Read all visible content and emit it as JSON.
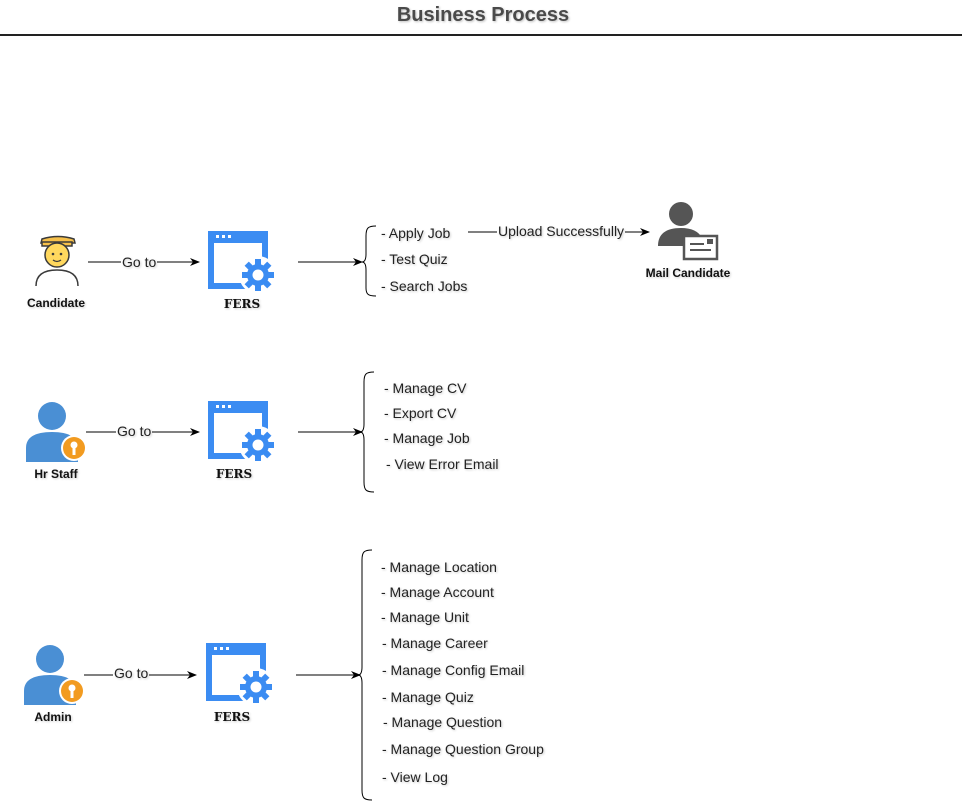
{
  "title": "Business Process",
  "rows": [
    {
      "actor": "Candidate",
      "edge_label": "Go to",
      "system": "FERS",
      "items": [
        "- Apply Job",
        "- Test Quiz",
        "- Search Jobs"
      ]
    },
    {
      "actor": "Hr Staff",
      "edge_label": "Go to",
      "system": "FERS",
      "items": [
        "- Manage CV",
        "- Export CV",
        "- Manage Job",
        "- View Error Email"
      ]
    },
    {
      "actor": "Admin",
      "edge_label": "Go to",
      "system": "FERS",
      "items": [
        "- Manage Location",
        "- Manage Account",
        "- Manage Unit",
        "- Manage Career",
        "- Manage Config Email",
        "- Manage Quiz",
        "- Manage Question",
        "- Manage Question Group",
        "- View Log"
      ]
    }
  ],
  "extra": {
    "edge_label": "Upload Successfully",
    "target": "Mail Candidate"
  },
  "colors": {
    "app_blue": "#3b8cf2",
    "person_blue": "#4a8fd4",
    "badge_orange": "#f29b20",
    "mail_person_gray": "#555555",
    "candidate_skin": "#ffd85e",
    "candidate_cap": "#f6c04a",
    "candidate_outline": "#3a3a3a"
  },
  "icons": {
    "candidate": "candidate-person-icon",
    "hr_staff": "user-key-icon",
    "admin": "user-key-icon",
    "system": "app-window-gear-icon",
    "mail": "user-mail-icon"
  }
}
